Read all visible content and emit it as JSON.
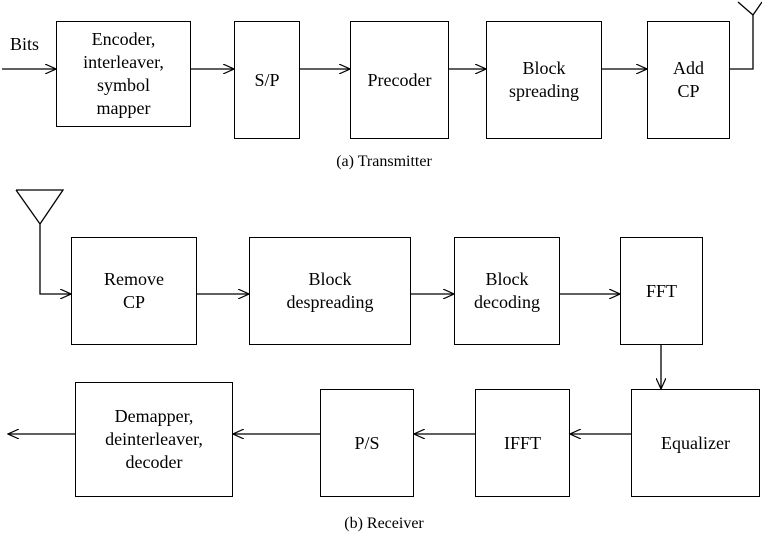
{
  "transmitter": {
    "input_label": "Bits",
    "caption": "(a)  Transmitter",
    "blocks": [
      "Encoder,\ninterleaver,\nsymbol\nmapper",
      "S/P",
      "Precoder",
      "Block\nspreading",
      "Add\nCP"
    ]
  },
  "receiver": {
    "caption": "(b)  Receiver",
    "blocks": [
      "Remove\nCP",
      "Block\ndespreading",
      "Block\ndecoding",
      "FFT",
      "Equalizer",
      "IFFT",
      "P/S",
      "Demapper,\ndeinterleaver,\ndecoder"
    ]
  }
}
